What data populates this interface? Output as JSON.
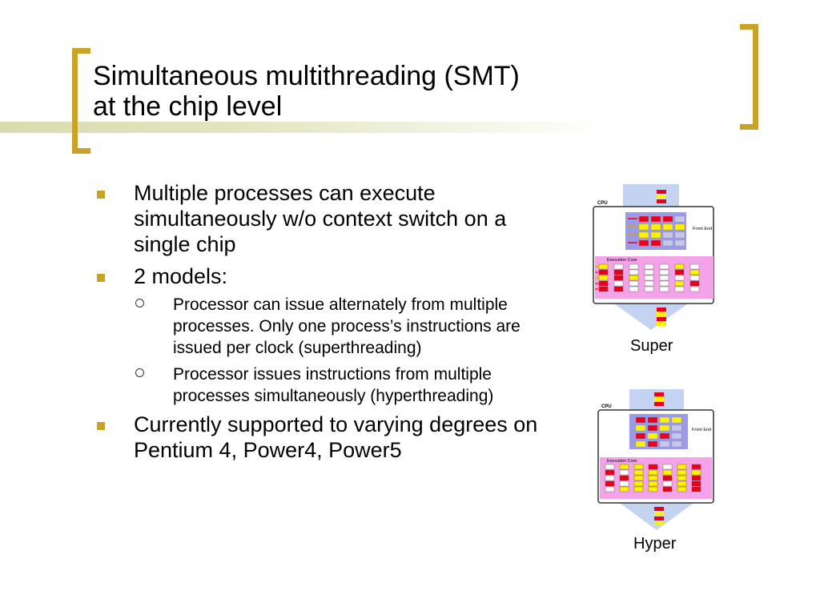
{
  "title": {
    "line1": "Simultaneous multithreading (SMT)",
    "line2": "at the chip level"
  },
  "bullets": [
    {
      "text": "Multiple processes can execute simultaneously w/o context switch on a single chip"
    },
    {
      "text": "2 models:"
    },
    {
      "text": "Currently supported to varying degrees on Pentium 4, Power4, Power5"
    }
  ],
  "subbullets": [
    {
      "text": "Processor can issue alternately from multiple processes.  Only one process’s instructions are issued per clock (superthreading)"
    },
    {
      "text": "Processor issues instructions from multiple processes simultaneously (hyperthreading)"
    }
  ],
  "diagrams": {
    "super": {
      "caption": "Super",
      "cpu_label": "CPU",
      "front_end_label": "Front End",
      "execution_core_label": "Execution Core"
    },
    "hyper": {
      "caption": "Hyper",
      "cpu_label": "CPU",
      "front_end_label": "Front End",
      "execution_core_label": "Execution Core"
    }
  },
  "colors": {
    "accent": "#c9a228",
    "thread_a": "#e8001c",
    "thread_b": "#fff200",
    "empty_slot": "#ffffff",
    "front_end_bg": "#9a9ae6",
    "execution_core_bg": "#f5a3e8",
    "pipeline_arrow": "#c5d3f2"
  }
}
